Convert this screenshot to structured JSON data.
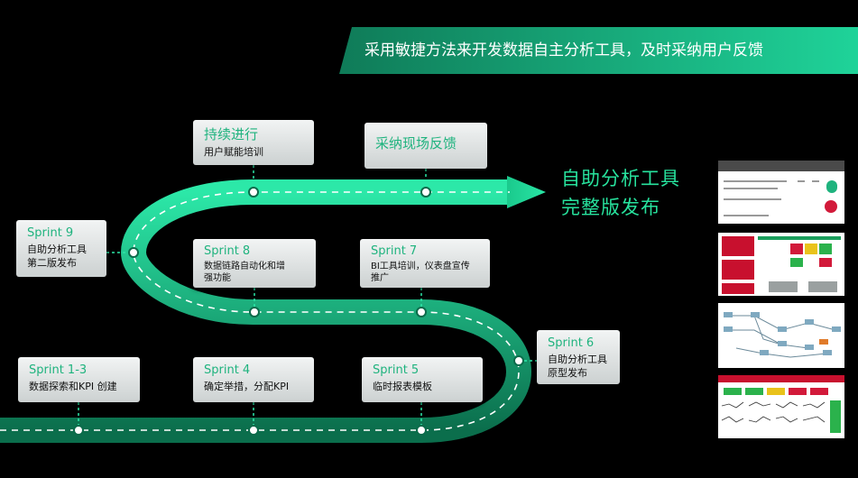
{
  "banner": {
    "text": "采用敏捷方法来开发数据自主分析工具，及时采纳用户反馈"
  },
  "cards": {
    "continuous": {
      "title": "持续进行",
      "desc": "用户赋能培训"
    },
    "feedback": {
      "title": "采纳现场反馈"
    },
    "sprint9": {
      "title": "Sprint  9",
      "desc": "自助分析工具\n第二版发布"
    },
    "sprint8": {
      "title": "Sprint  8",
      "desc": "数据链路自动化和增\n强功能"
    },
    "sprint7": {
      "title": "Sprint  7",
      "desc": "BI工具培训，仪表盘宣传\n推广"
    },
    "sprint6": {
      "title": "Sprint  6",
      "desc": "自助分析工具\n原型发布"
    },
    "sprint1_3": {
      "title": "Sprint  1-3",
      "desc": "数据探索和KPI  创建"
    },
    "sprint4": {
      "title": "Sprint  4",
      "desc": "确定举措，分配KPI"
    },
    "sprint5": {
      "title": "Sprint  5",
      "desc": "临时报表模板"
    }
  },
  "final": {
    "line1": "自助分析工具",
    "line2": "完整版发布"
  },
  "colors": {
    "accent": "#1fd399",
    "road_dark": "#0c6b4b",
    "final_text": "#27e29d"
  }
}
